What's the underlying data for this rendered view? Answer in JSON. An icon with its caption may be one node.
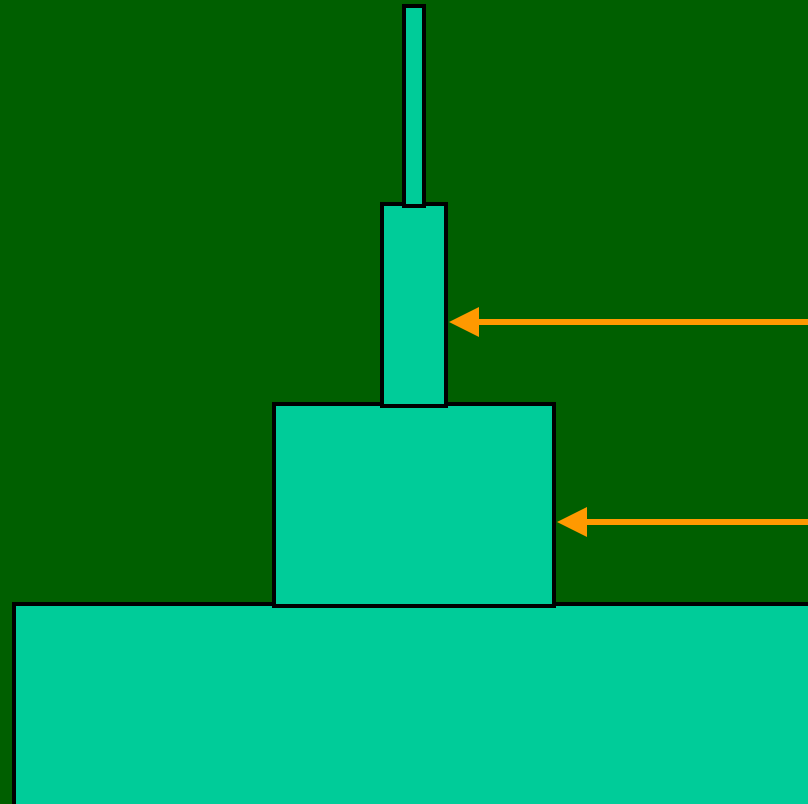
{
  "diagram": {
    "nodes": [
      {
        "text": [],
        "shape": "box"
      },
      {
        "text": [],
        "shape": "box"
      },
      {
        "text": [],
        "shape": "box"
      },
      {
        "text": [],
        "shape": "box"
      }
    ],
    "edges": [
      {
        "from": null,
        "to": 1,
        "arrow": "to"
      },
      {
        "from": null,
        "to": 2,
        "arrow": "to"
      }
    ]
  }
}
